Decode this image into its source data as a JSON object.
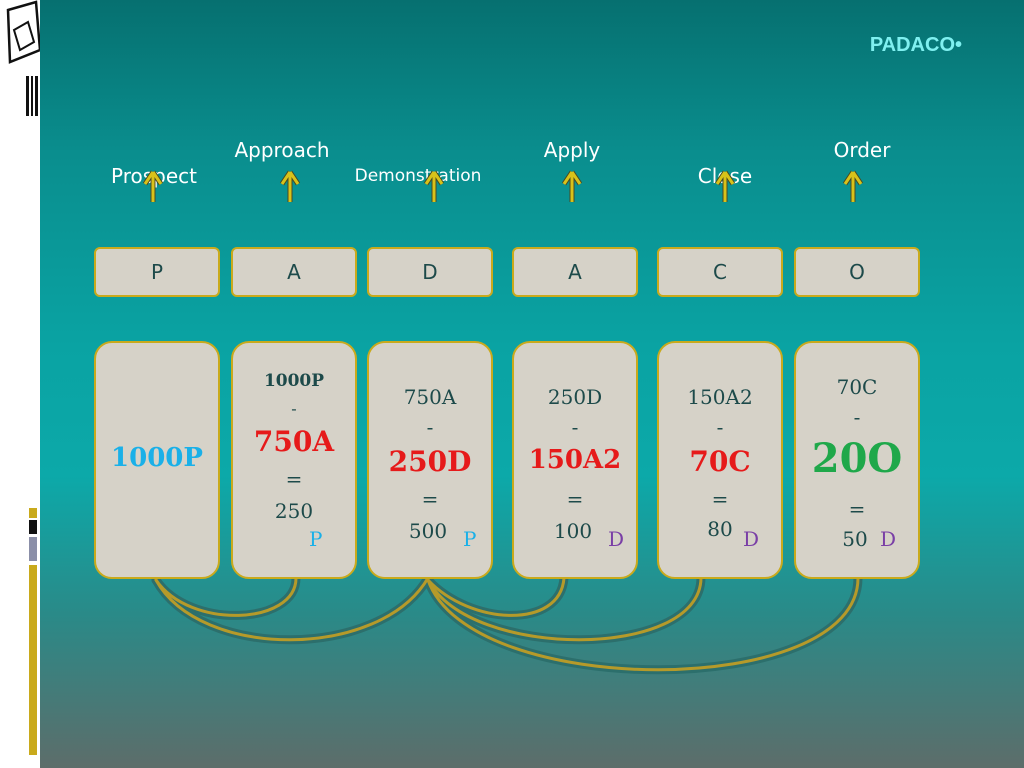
{
  "title": "PADACO•",
  "stages": [
    {
      "label": "Prospect"
    },
    {
      "label": "Approach"
    },
    {
      "label": "Demonstration"
    },
    {
      "label": "Apply"
    },
    {
      "label": "Close"
    },
    {
      "label": "Order"
    }
  ],
  "letters": [
    "P",
    "A",
    "D",
    "A",
    "C",
    "O"
  ],
  "boxes": {
    "prospect": {
      "value": "1000P"
    },
    "approach": {
      "from": "1000P",
      "minus": "-",
      "sub": "750A",
      "eq": "=",
      "result": "250",
      "tag": "P"
    },
    "demonstration": {
      "from": "750A",
      "minus": "-",
      "sub": "250D",
      "eq": "=",
      "result": "500",
      "tag": "P"
    },
    "apply": {
      "from": "250D",
      "minus": "-",
      "sub": "150A2",
      "eq": "=",
      "result": "100",
      "tag": "D"
    },
    "close": {
      "from": "150A2",
      "minus": "-",
      "sub": "70C",
      "eq": "=",
      "result": "80",
      "tag": "D"
    },
    "order": {
      "from": "70C",
      "minus": "-",
      "sub": "20O",
      "eq": "=",
      "result": "50",
      "tag": "D"
    }
  },
  "colors": {
    "box_fill": "#d6d2c8",
    "box_border": "#c9aa1c",
    "highlight_red": "#e61a1a",
    "highlight_blue": "#1ab0e8",
    "highlight_green": "#1fa84a",
    "tag_purple": "#7a3fa6",
    "arrow_yellow": "#d8c21a"
  }
}
